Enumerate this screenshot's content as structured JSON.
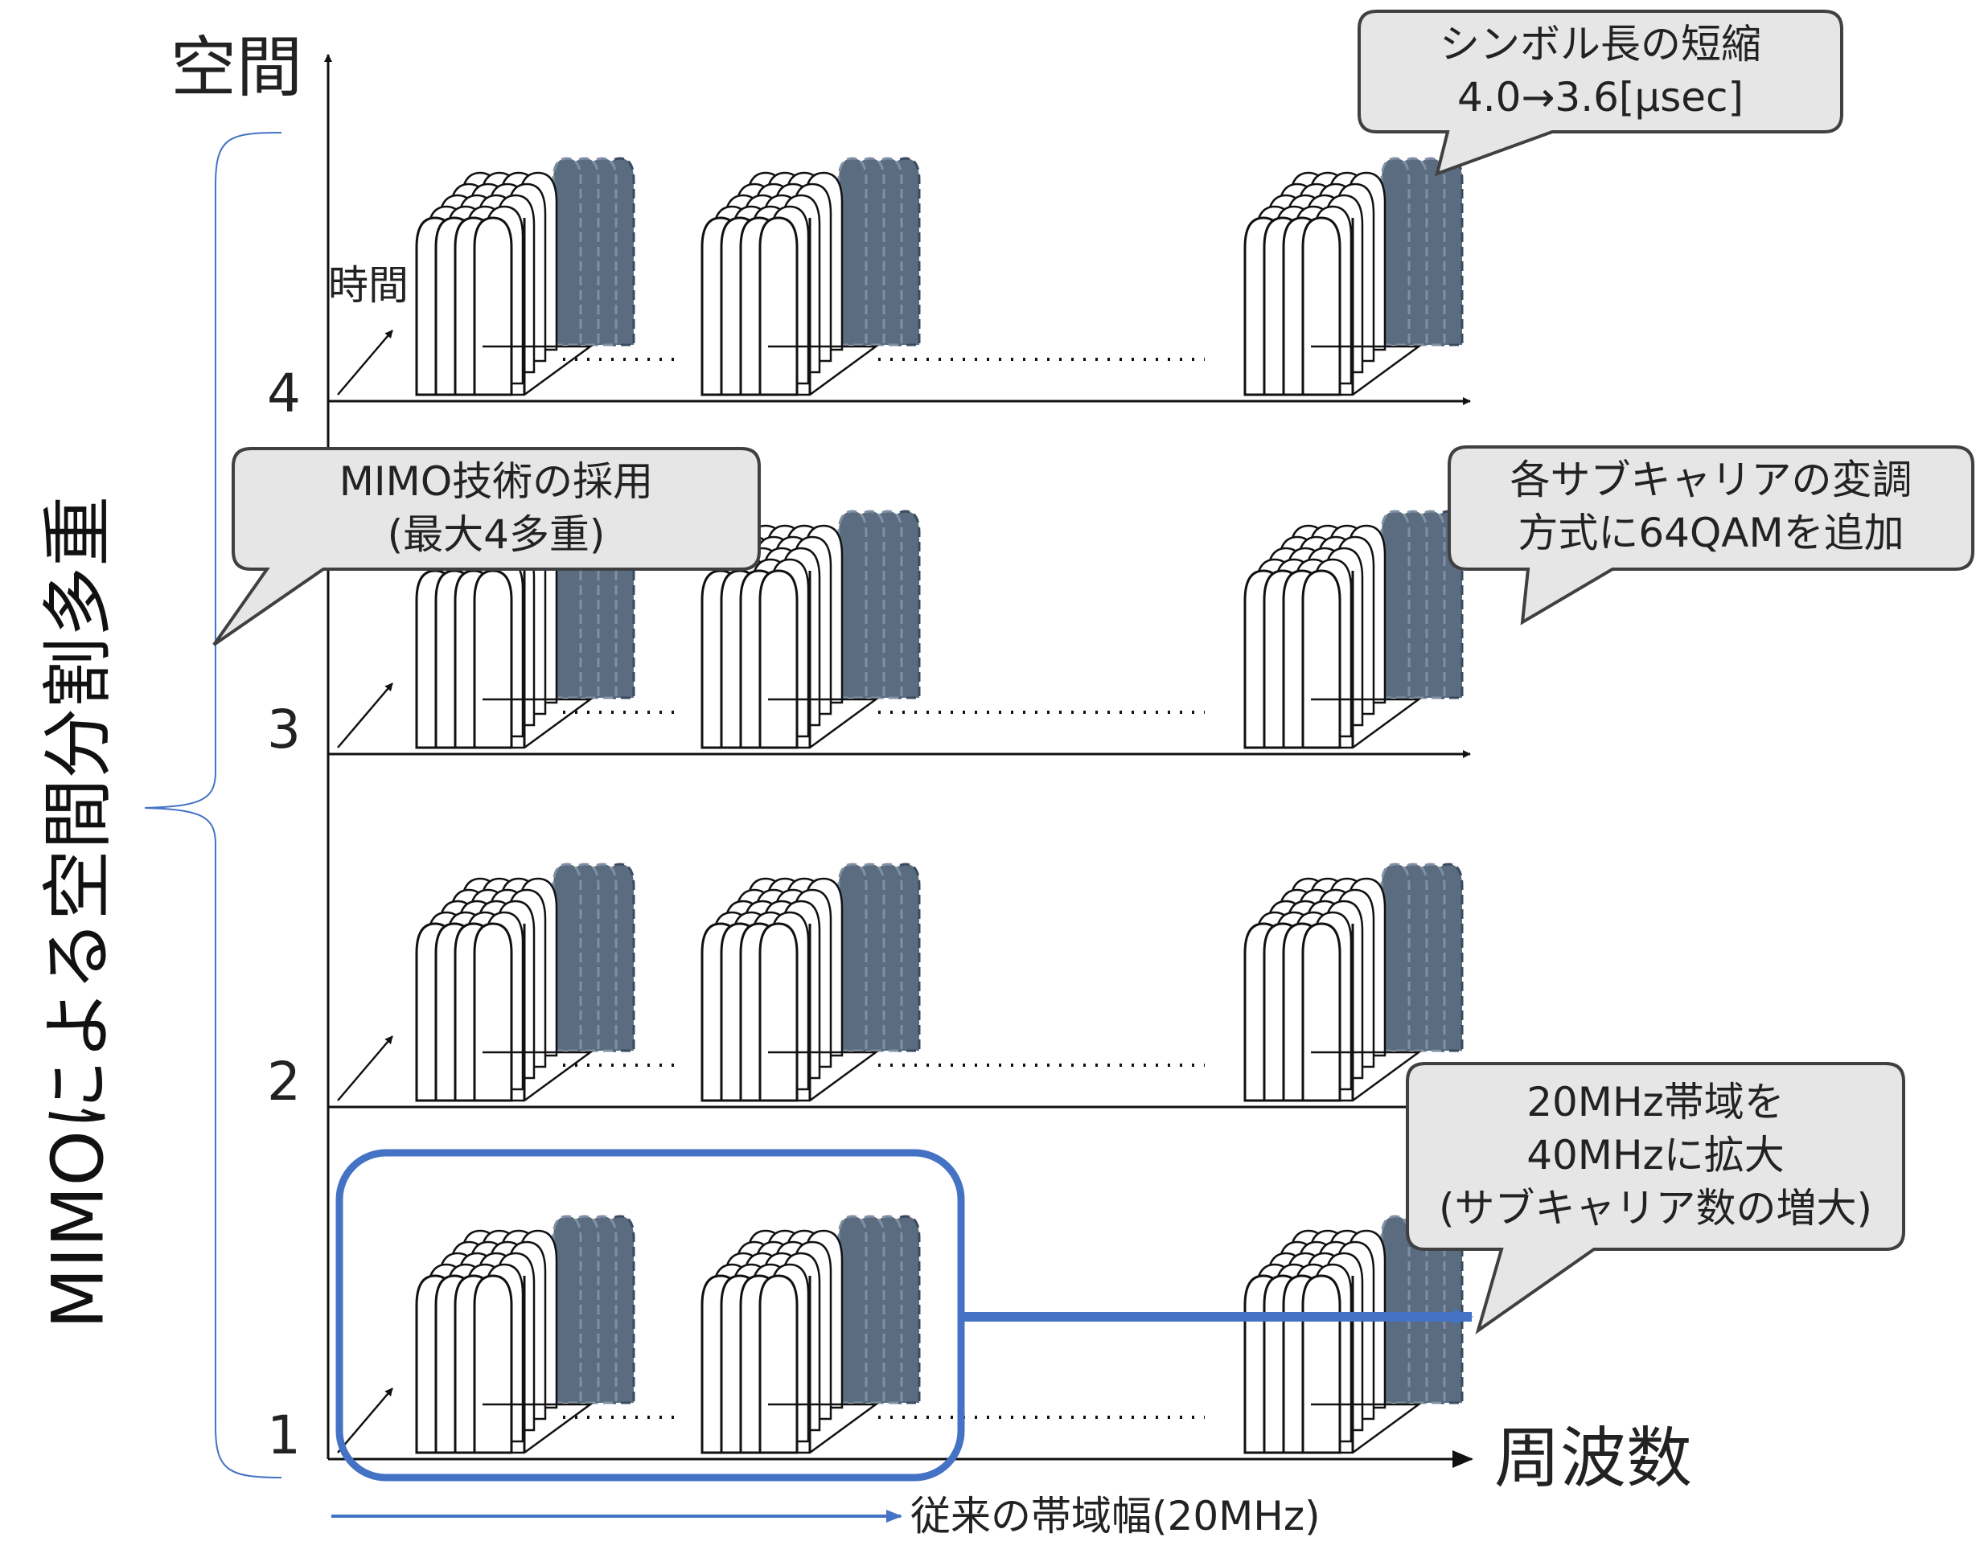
{
  "axes": {
    "space_label": "空間",
    "frequency_label": "周波数",
    "time_label": "時間",
    "levels": [
      "1",
      "2",
      "3",
      "4"
    ]
  },
  "side_label": "MIMOによる空間分割多重",
  "legacy_bandwidth_label": "従来の帯域幅(20MHz)",
  "callouts": {
    "symbol": {
      "line1": "シンボル長の短縮",
      "line2": "4.0→3.6[μsec]"
    },
    "mimo": {
      "line1": "MIMO技術の採用",
      "line2": "(最大4多重)"
    },
    "modulation": {
      "line1": "各サブキャリアの変調",
      "line2": "方式に64QAMを追加"
    },
    "bandwidth": {
      "line1": "20MHz帯域を",
      "line2": "40MHzに拡大",
      "line3": "(サブキャリア数の増大)"
    }
  },
  "colors": {
    "highlight": "#4472c4",
    "shaded_subcarrier": "#5b6b80",
    "callout_fill": "#e6e6e6",
    "callout_stroke": "#404040"
  },
  "icons": [
    "arch-subcarrier-icon",
    "time-arrow-icon"
  ]
}
